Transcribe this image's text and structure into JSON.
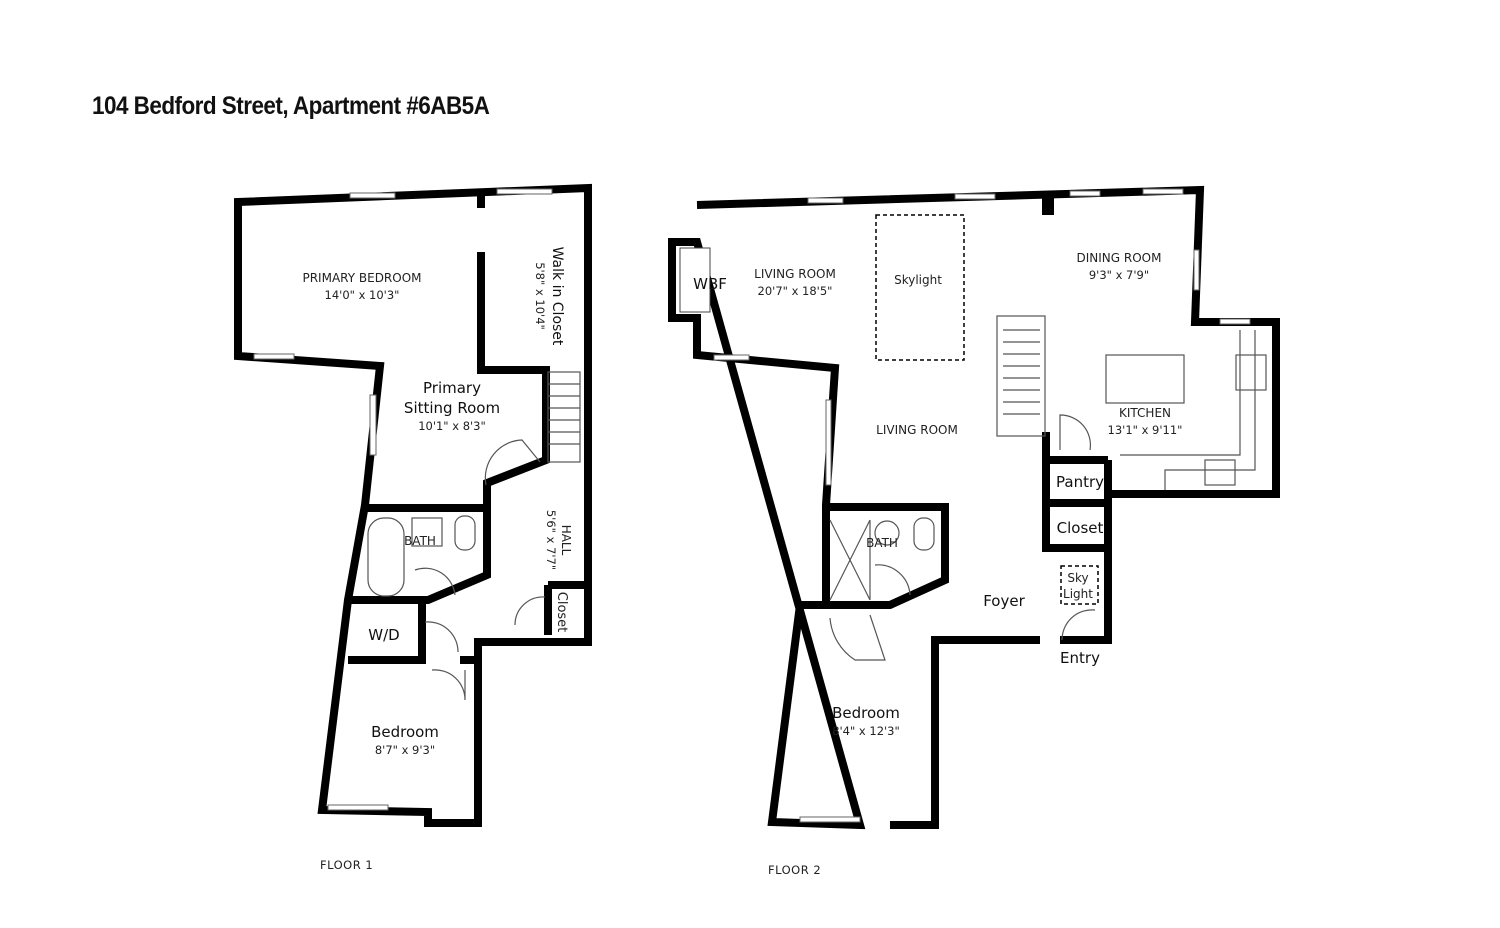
{
  "title": "104 Bedford Street, Apartment #6AB5A",
  "floor1": {
    "label": "FLOOR 1",
    "rooms": {
      "primary_bedroom": {
        "name": "PRIMARY BEDROOM",
        "dims": "14'0\" x 10'3\""
      },
      "walk_in_closet": {
        "name": "Walk in Closet",
        "dims": "5'8\" x 10'4\""
      },
      "primary_sitting": {
        "name_line1": "Primary",
        "name_line2": "Sitting Room",
        "dims": "10'1\" x 8'3\""
      },
      "hall": {
        "name": "HALL",
        "dims": "5'6\" x 7'7\""
      },
      "bath": {
        "name": "BATH"
      },
      "closet": {
        "name": "Closet"
      },
      "wd": {
        "name": "W/D"
      },
      "bedroom": {
        "name": "Bedroom",
        "dims": "8'7\" x 9'3\""
      }
    }
  },
  "floor2": {
    "label": "FLOOR 2",
    "rooms": {
      "wbf": {
        "name": "WBF"
      },
      "living_room": {
        "name": "LIVING ROOM",
        "dims": "20'7\" x 18'5\""
      },
      "skylight": {
        "name": "Skylight"
      },
      "dining_room": {
        "name": "DINING ROOM",
        "dims": "9'3\" x 7'9\""
      },
      "living_room_2": {
        "name": "LIVING ROOM"
      },
      "kitchen": {
        "name": "KITCHEN",
        "dims": "13'1\" x 9'11\""
      },
      "pantry": {
        "name": "Pantry"
      },
      "closet": {
        "name": "Closet"
      },
      "sky_light": {
        "name_line1": "Sky",
        "name_line2": "Light"
      },
      "entry": {
        "name": "Entry"
      },
      "foyer": {
        "name": "Foyer"
      },
      "bath": {
        "name": "BATH"
      },
      "bedroom": {
        "name": "Bedroom",
        "dims": "8'4\" x 12'3\""
      }
    }
  }
}
